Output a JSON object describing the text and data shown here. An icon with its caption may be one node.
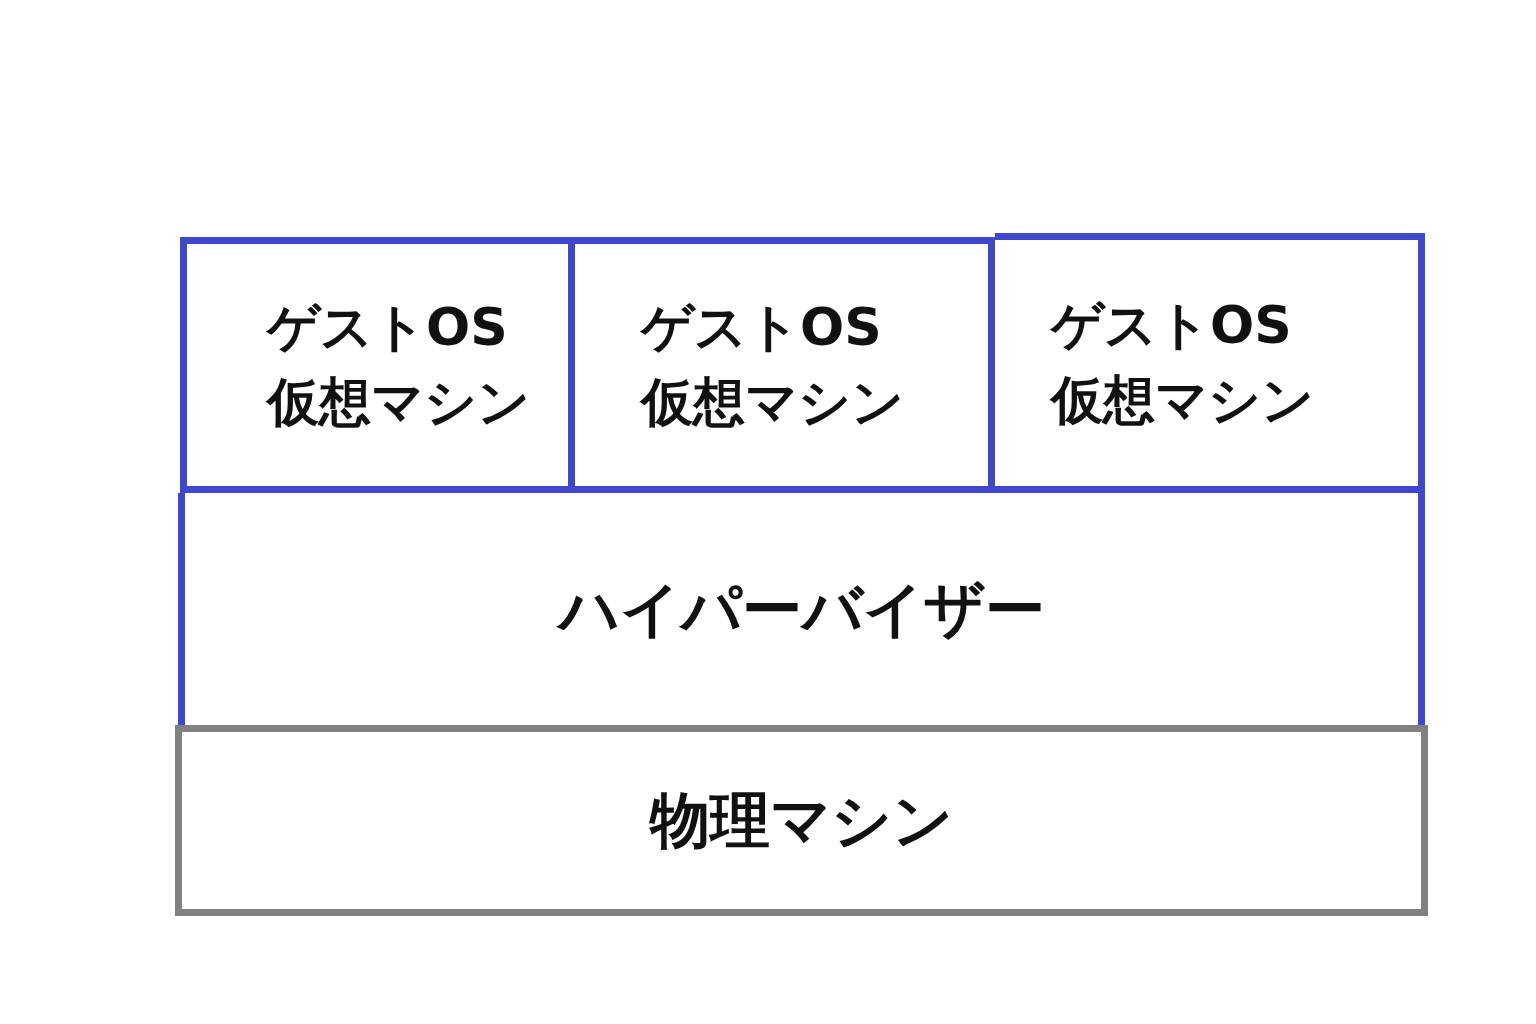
{
  "diagram": {
    "nodes": [
      {
        "text": [
          "ゲストOS",
          "仮想マシン"
        ]
      },
      {
        "text": [
          "ゲストOS",
          "仮想マシン"
        ]
      },
      {
        "text": [
          "ゲストOS",
          "仮想マシン"
        ]
      },
      {
        "text": [
          "ハイパーバイザー"
        ]
      },
      {
        "text": [
          "物理マシン"
        ]
      }
    ]
  }
}
